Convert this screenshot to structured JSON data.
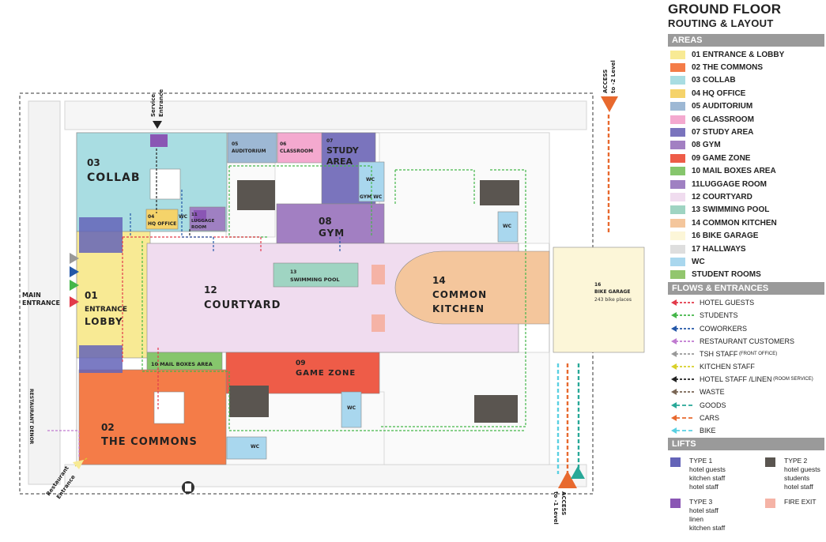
{
  "title": "GROUND FLOOR",
  "subtitle": "ROUTING  & LAYOUT",
  "legend": {
    "areas_header": "AREAS",
    "areas": [
      {
        "label": "01 ENTRANCE & LOBBY",
        "color": "#f8ea94"
      },
      {
        "label": "02 THE COMMONS",
        "color": "#f47c48"
      },
      {
        "label": "03 COLLAB",
        "color": "#a9dde2"
      },
      {
        "label": "04 HQ OFFICE",
        "color": "#f5d36a"
      },
      {
        "label": "05 AUDITORIUM",
        "color": "#9db8d4"
      },
      {
        "label": "06 CLASSROOM",
        "color": "#f4a9cf"
      },
      {
        "label": "07 STUDY AREA",
        "color": "#7a74bd"
      },
      {
        "label": "08 GYM",
        "color": "#a27fc2"
      },
      {
        "label": "09 GAME ZONE",
        "color": "#ee5c48"
      },
      {
        "label": "10 MAIL BOXES AREA",
        "color": "#86c66c"
      },
      {
        "label": "11LUGGAGE ROOM",
        "color": "#9f80c2"
      },
      {
        "label": "12 COURTYARD",
        "color": "#f0dcef"
      },
      {
        "label": "13 SWIMMING POOL",
        "color": "#9fd4c2"
      },
      {
        "label": "14 COMMON KITCHEN",
        "color": "#f4c69c"
      },
      {
        "label": "16 BIKE GARAGE",
        "color": "#fcf6d8"
      },
      {
        "label": "17 HALLWAYS",
        "color": "#dedede"
      },
      {
        "label": "WC",
        "color": "#a9d7ee"
      },
      {
        "label": "STUDENT ROOMS",
        "color": "#92c66e"
      }
    ],
    "flows_header": "FLOWS & ENTRANCES",
    "flows": [
      {
        "label": "HOTEL GUESTS",
        "note": "",
        "color": "#e23a4a",
        "dash": "3 2"
      },
      {
        "label": "STUDENTS",
        "note": "",
        "color": "#44b649",
        "dash": "3 2"
      },
      {
        "label": "COWORKERS",
        "note": "",
        "color": "#2458a8",
        "dash": "3 2"
      },
      {
        "label": "RESTAURANT CUSTOMERS",
        "note": "",
        "color": "#c07ad0",
        "dash": "3 2"
      },
      {
        "label": "TSH STAFF",
        "note": "(FRONT OFFICE)",
        "color": "#999999",
        "dash": "3 2"
      },
      {
        "label": "KITCHEN STAFF",
        "note": "",
        "color": "#d8d02a",
        "dash": "3 2"
      },
      {
        "label": "HOTEL STAFF /LINEN",
        "note": "(ROOM SERVICE)",
        "color": "#222222",
        "dash": "3 2"
      },
      {
        "label": "WASTE",
        "note": "",
        "color": "#7a6654",
        "dash": "3 2"
      },
      {
        "label": "GOODS",
        "note": "",
        "color": "#28a898",
        "dash": "5 3"
      },
      {
        "label": "CARS",
        "note": "",
        "color": "#e8692e",
        "dash": "5 3"
      },
      {
        "label": "BIKE",
        "note": "",
        "color": "#5ad0e2",
        "dash": "5 3"
      }
    ],
    "lifts_header": "LIFTS",
    "lifts": [
      {
        "label": "TYPE 1",
        "color": "#6464b8",
        "lines": [
          "hotel guests",
          "kitchen staff",
          "hotel staff"
        ]
      },
      {
        "label": "TYPE 2",
        "color": "#5a5550",
        "lines": [
          "hotel guests",
          "students",
          "hotel staff"
        ]
      },
      {
        "label": "TYPE 3",
        "color": "#8a56b4",
        "lines": [
          "hotel staff",
          "linen",
          "kitchen staff"
        ]
      },
      {
        "label": "FIRE EXIT",
        "color": "#f5b3a6",
        "lines": []
      }
    ]
  },
  "plan": {
    "rooms": {
      "collab_num": "03",
      "collab": "COLLAB",
      "auditorium": "05\nAUDITORIUM",
      "classroom": "06\nCLASSROOM",
      "study_num": "07",
      "study_1": "STUDY",
      "study_2": "AREA",
      "gym_num": "08",
      "gym": "GYM",
      "hq_num": "04",
      "hq": "HQ OFFICE",
      "luggage_num": "11",
      "luggage": "LUGGAGE ROOM",
      "lobby_num": "01",
      "lobby_1": "ENTRANCE",
      "lobby_2": "LOBBY",
      "courtyard_num": "12",
      "courtyard": "COURTYARD",
      "pool_num": "13",
      "pool": "SWIMMING POOL",
      "kitchen_num": "14",
      "kitchen_1": "COMMON",
      "kitchen_2": "KITCHEN",
      "bike_num": "16",
      "bike": "BIKE GARAGE",
      "bike_places": "243 bike places",
      "mail": "10 MAIL BOXES AREA",
      "game_num": "09",
      "game": "GAME ZONE",
      "commons_num": "02",
      "commons": "THE COMMONS",
      "wc": "WC",
      "gym_wc": "GYM WC"
    },
    "annotations": {
      "service_1": "Service",
      "service_2": "Entrance",
      "main_1": "MAIN",
      "main_2": "ENTRANCE",
      "restaurant_denor": "RESTAURANT DENOR",
      "restaurant_entrance_1": "Restaurant",
      "restaurant_entrance_2": "Entrance",
      "access_top_1": "ACCESS",
      "access_top_2": "to -2 Level",
      "access_bottom_1": "ACCESS",
      "access_bottom_2": "to -1 Level"
    }
  }
}
